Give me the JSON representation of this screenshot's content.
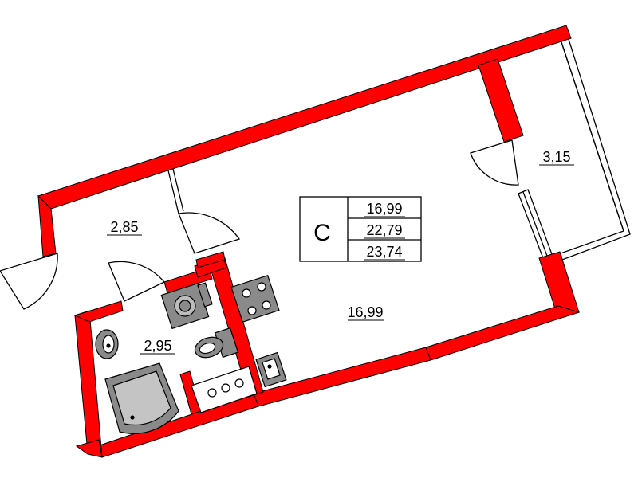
{
  "colors": {
    "wall": "#ff0000",
    "line": "#000000",
    "fixture": "#8a8a8a",
    "background": "#ffffff"
  },
  "legend": {
    "letter": "С",
    "living_area": "16,99",
    "total_area": "22,79",
    "total_with_balcony": "23,74"
  },
  "rooms": {
    "main_room": "16,99",
    "hallway": "2,85",
    "bathroom": "2,95",
    "balcony": "3,15"
  },
  "fixtures": {
    "stove": "stove-icon",
    "washer": "washing-machine-icon",
    "toilet": "toilet-icon",
    "kitchen_sink": "kitchen-sink-icon",
    "wash_basin": "wash-basin-icon",
    "shower": "shower-tray-icon",
    "counter": "kitchen-counter-icon",
    "wardrobe": "wardrobe-icon"
  }
}
